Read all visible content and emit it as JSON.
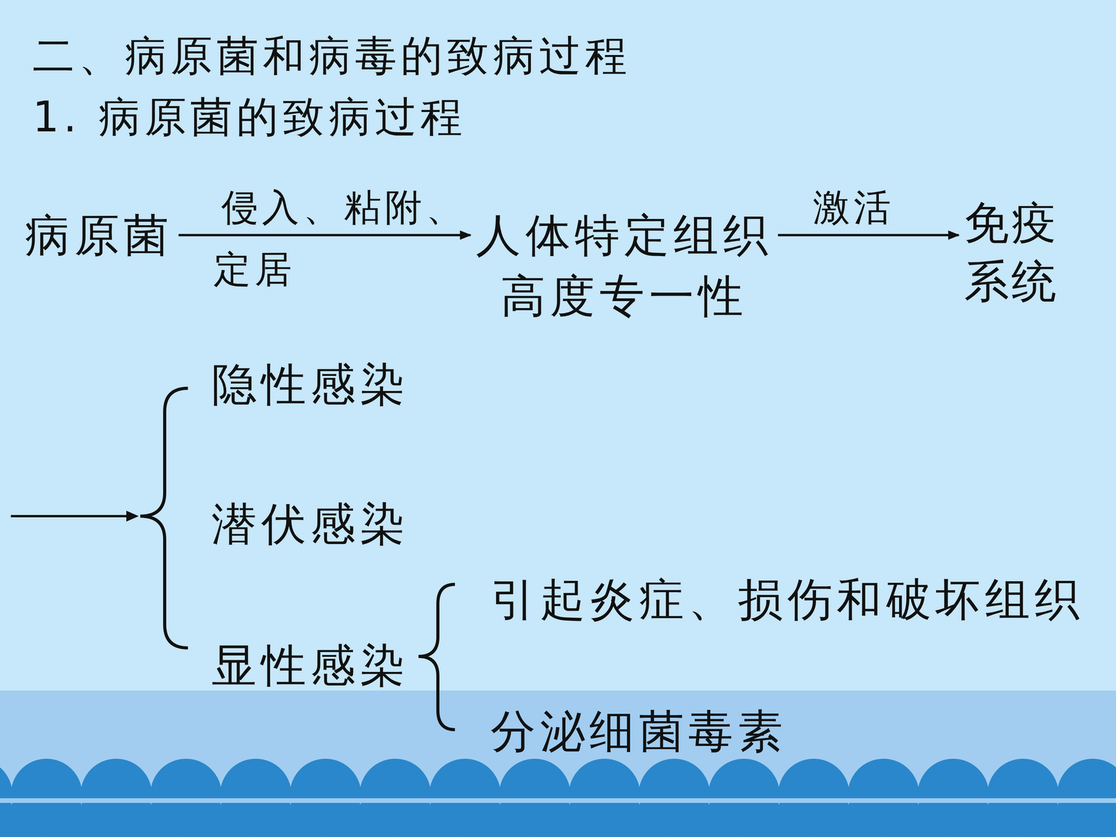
{
  "diagram": {
    "title": "二、病原菌和病毒的致病过程",
    "nodes": [
      {
        "text": [
          "病原菌"
        ]
      },
      {
        "text": [
          "人体特定组织",
          "高度专一性"
        ]
      },
      {
        "text": [
          "免疫系统"
        ]
      },
      {
        "text": [
          "隐性感染"
        ]
      },
      {
        "text": [
          "潜伏感染"
        ]
      },
      {
        "text": [
          "显性感染"
        ]
      },
      {
        "text": [
          "引起炎症、损伤和破坏组织"
        ]
      },
      {
        "text": [
          "分泌细菌毒素"
        ]
      }
    ],
    "edges": [
      {
        "from": 0,
        "to": 1,
        "label": "侵入、粘附、",
        "arrow": "to"
      },
      {
        "from": 1,
        "to": 2,
        "label": "激活",
        "arrow": "to"
      }
    ],
    "labels": [
      "1. 病原菌的致病过程",
      "定居"
    ]
  }
}
